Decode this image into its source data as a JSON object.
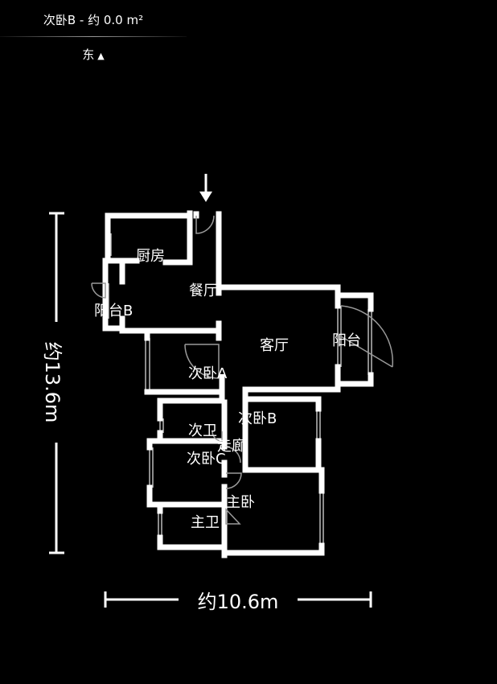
{
  "header": {
    "title": "次卧B - 约 0.0 m²",
    "compass_label": "东",
    "compass_icon": "triangle-up-icon"
  },
  "dimensions": {
    "width_label": "约10.6m",
    "height_label": "约13.6m"
  },
  "rooms": {
    "kitchen": "厨房",
    "dining": "餐厅",
    "balcony_b": "阳台B",
    "living": "客厅",
    "balcony": "阳台",
    "bedroom_a": "次卧A",
    "bedroom_b": "次卧B",
    "second_bath": "次卫",
    "corridor": "走廊",
    "bedroom_c": "次卧C",
    "master_bedroom": "主卧",
    "master_bath": "主卫"
  },
  "colors": {
    "background": "#000000",
    "wall": "#ffffff",
    "window": "#bbbbbb",
    "door_arc": "#9a9a9a"
  },
  "entrance_icon": "arrow-down-icon"
}
